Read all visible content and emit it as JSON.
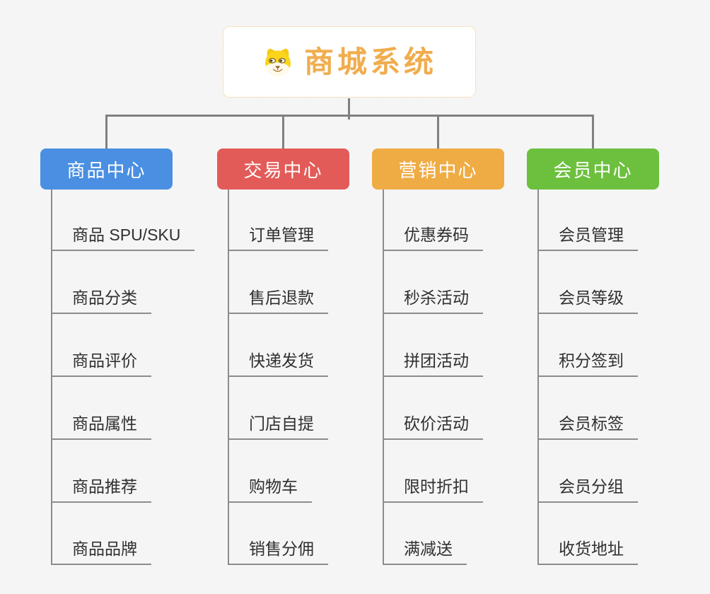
{
  "app": {
    "background_color": "#F5F5F5",
    "connector_color": "#808080",
    "underline_color": "#8c8c8c",
    "child_text_color": "#303030"
  },
  "root": {
    "title": "商城系统",
    "icon": "dog-face-icon",
    "text_color": "#F0AD4E",
    "border_color": "#F2C377",
    "background": "#FFFFFF"
  },
  "branches": [
    {
      "label": "商品中心",
      "color": "#4A8FE2",
      "children": [
        "商品 SPU/SKU",
        "商品分类",
        "商品评价",
        "商品属性",
        "商品推荐",
        "商品品牌"
      ]
    },
    {
      "label": "交易中心",
      "color": "#E35B58",
      "children": [
        "订单管理",
        "售后退款",
        "快递发货",
        "门店自提",
        "购物车",
        "销售分佣"
      ]
    },
    {
      "label": "营销中心",
      "color": "#EFAC44",
      "children": [
        "优惠券码",
        "秒杀活动",
        "拼团活动",
        "砍价活动",
        "限时折扣",
        "满减送"
      ]
    },
    {
      "label": "会员中心",
      "color": "#6CC03E",
      "children": [
        "会员管理",
        "会员等级",
        "积分签到",
        "会员标签",
        "会员分组",
        "收货地址"
      ]
    }
  ]
}
